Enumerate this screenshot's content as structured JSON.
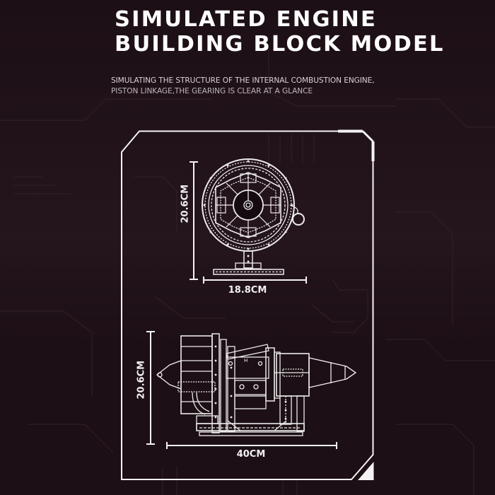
{
  "header": {
    "title_line1": "SIMULATED ENGINE",
    "title_line2": "BUILDING BLOCK MODEL",
    "subtitle_line1": "SIMULATING THE STRUCTURE OF THE INTERNAL COMBUSTION ENGINE,",
    "subtitle_line2": "PISTON LINKAGE,THE GEARING IS CLEAR AT A GLANCE"
  },
  "front_view": {
    "height_label": "20.6CM",
    "width_label": "18.8CM",
    "icon": "radial-engine-front-view"
  },
  "side_view": {
    "height_label": "20.6CM",
    "width_label": "40CM",
    "icon": "engine-side-view"
  },
  "colors": {
    "background": "#1c0f15",
    "line": "#f4f2f3",
    "trace": "#2e1c26"
  }
}
